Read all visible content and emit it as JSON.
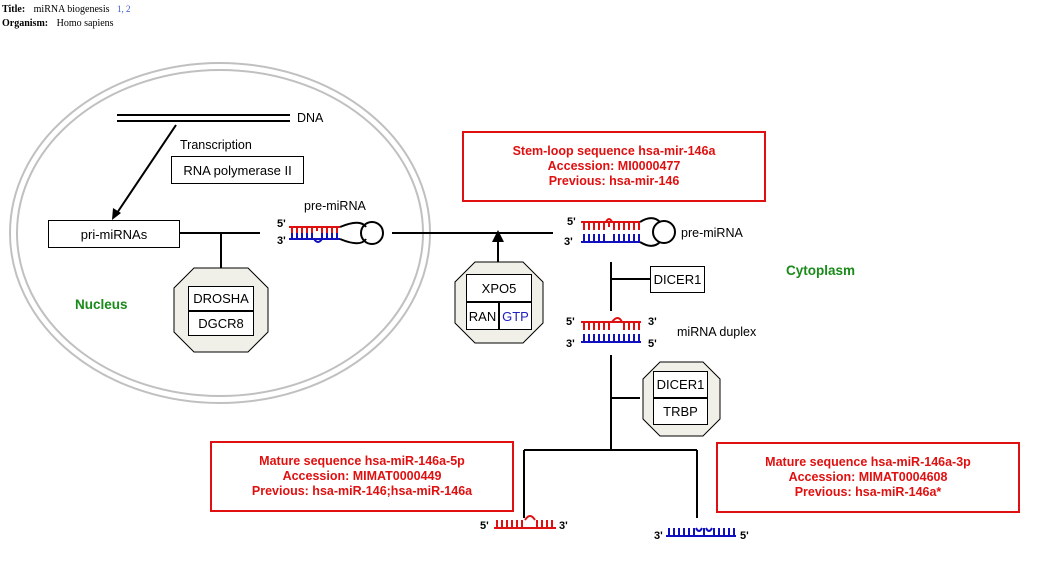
{
  "header": {
    "title_label": "Title:",
    "title_value": "miRNA biogenesis",
    "refs": "1, 2",
    "organism_label": "Organism:",
    "organism_value": "Homo sapiens"
  },
  "labels": {
    "dna": "DNA",
    "transcription": "Transcription",
    "rna_pol": "RNA polymerase II",
    "pri_mirnas": "pri-miRNAs",
    "pre_mirna_nucleus": "pre-miRNA",
    "pre_mirna_cyto": "pre-miRNA",
    "nucleus": "Nucleus",
    "cytoplasm": "Cytoplasm",
    "mirna_duplex": "miRNA duplex"
  },
  "complexes": {
    "drosha": "DROSHA",
    "dgcr8": "DGCR8",
    "xpo5": "XPO5",
    "ran": "RAN",
    "gtp": "GTP",
    "dicer1_single": "DICER1",
    "dicer1_complex": "DICER1",
    "trbp": "TRBP"
  },
  "ends": {
    "five": "5'",
    "three": "3'"
  },
  "stem_loop": {
    "line1": "Stem-loop sequence hsa-mir-146a",
    "line2": "Accession: MI0000477",
    "line3": "Previous: hsa-mir-146"
  },
  "mature_5p": {
    "line1": "Mature sequence hsa-miR-146a-5p",
    "line2": "Accession: MIMAT0000449",
    "line3": "Previous: hsa-miR-146;hsa-miR-146a"
  },
  "mature_3p": {
    "line1": "Mature sequence hsa-miR-146a-3p",
    "line2": "Accession: MIMAT0004608",
    "line3": "Previous: hsa-miR-146a*"
  },
  "colors": {
    "strand_5p": "#e01010",
    "strand_3p": "#1010c0",
    "accent_box": "#e01010",
    "compartment_label": "#1a8a1a",
    "gtp_text": "#2020c0"
  }
}
